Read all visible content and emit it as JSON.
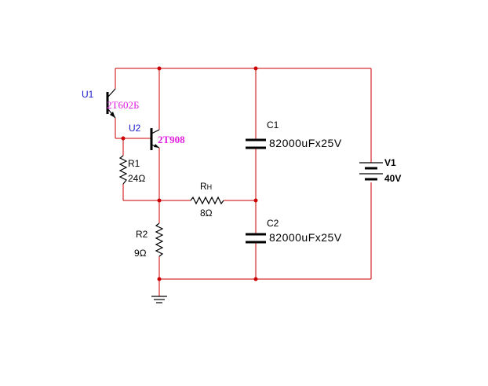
{
  "components": {
    "u1": {
      "ref": "U1",
      "part": "2T602Б"
    },
    "u2": {
      "ref": "U2",
      "part": "2T908"
    },
    "r1": {
      "ref": "R1",
      "value": "24Ω"
    },
    "r2": {
      "ref": "R2",
      "value": "9Ω"
    },
    "rh": {
      "ref_main": "R",
      "ref_sub": "H",
      "value": "8Ω"
    },
    "c1": {
      "ref": "C1",
      "value": "82000uFx25V"
    },
    "c2": {
      "ref": "C2",
      "value": "82000uFx25V"
    },
    "v1": {
      "ref": "V1",
      "value": "40V"
    }
  },
  "colors": {
    "wire": "#cc0000",
    "component": "#000000",
    "ref_label": "#1a1acc",
    "part_label": "#e020e0"
  }
}
